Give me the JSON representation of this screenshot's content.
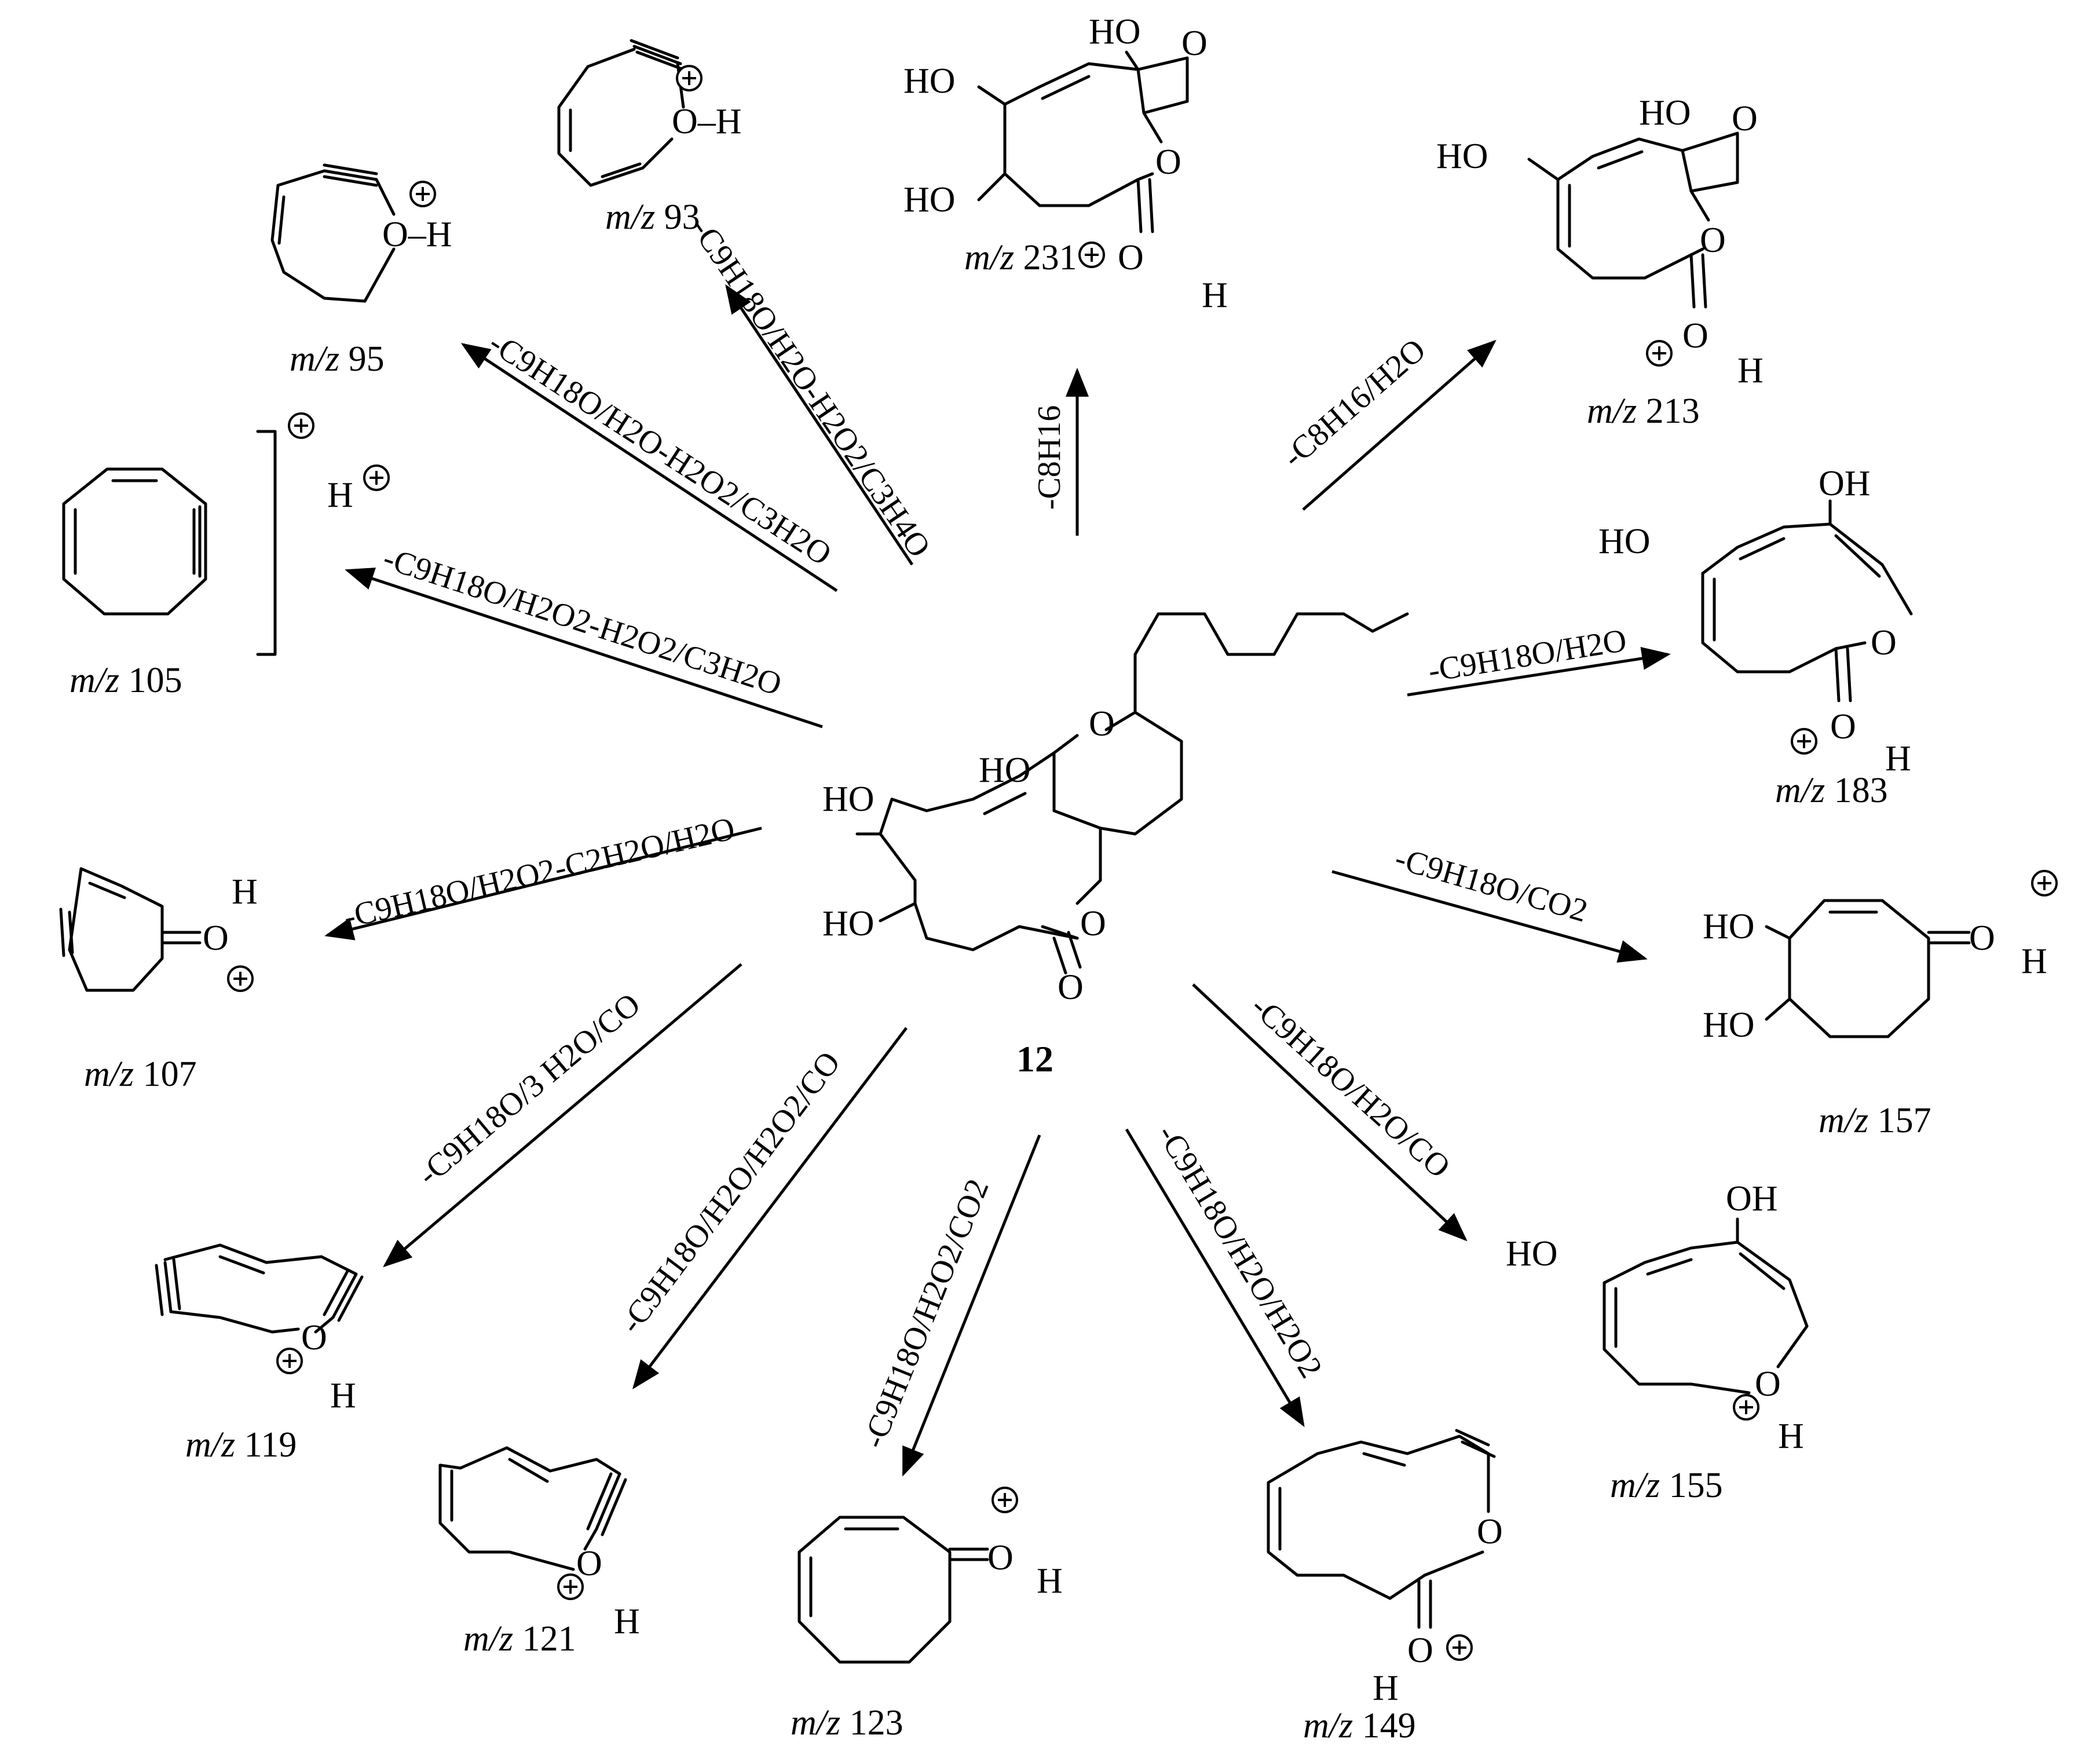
{
  "compound": {
    "label": "12"
  },
  "atoms": {
    "hydroxyl": "HO",
    "hydroxyl_r": "OH",
    "oxygen": "O",
    "hydrogen": "H",
    "o_h": "O–H"
  },
  "mz_prefix": "m/z",
  "products": [
    {
      "mz": "93",
      "loss": "-C9H18O/H2O-H2O2/C3H4O"
    },
    {
      "mz": "231",
      "loss": "-C8H16"
    },
    {
      "mz": "213",
      "loss": "-C8H16/H2O"
    },
    {
      "mz": "95",
      "loss": "-C9H18O/H2O-H2O2/C3H2O"
    },
    {
      "mz": "105",
      "loss": "-C9H18O/H2O2-H2O2/C3H2O"
    },
    {
      "mz": "183",
      "loss": "-C9H18O/H2O"
    },
    {
      "mz": "107",
      "loss": "-C9H18O/H2O2-C2H2O/H2O"
    },
    {
      "mz": "157",
      "loss": "-C9H18O/CO2"
    },
    {
      "mz": "119",
      "loss": "-C9H18O/3 H2O/CO"
    },
    {
      "mz": "155",
      "loss": "-C9H18O/H2O/CO"
    },
    {
      "mz": "121",
      "loss": "-C9H18O/H2O/H2O2/CO"
    },
    {
      "mz": "149",
      "loss": "-C9H18O/H2O/H2O2"
    },
    {
      "mz": "123",
      "loss": "-C9H18O/H2O2/CO2"
    }
  ]
}
